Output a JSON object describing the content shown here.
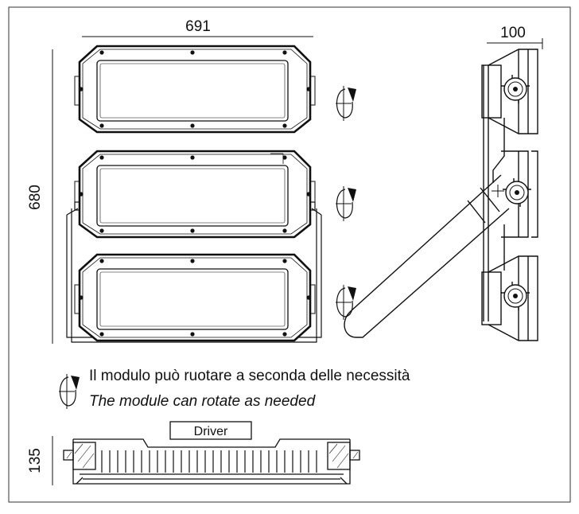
{
  "dimensions": {
    "width": "691",
    "height": "680",
    "depth": "100",
    "driver_height": "135"
  },
  "labels": {
    "driver": "Driver"
  },
  "caption": {
    "italian": "Il modulo può ruotare a seconda delle necessità",
    "english": "The module can rotate as needed"
  },
  "icons": [
    "rotation-arrow-icon"
  ],
  "colors": {
    "line": "#111111",
    "background": "#ffffff"
  }
}
